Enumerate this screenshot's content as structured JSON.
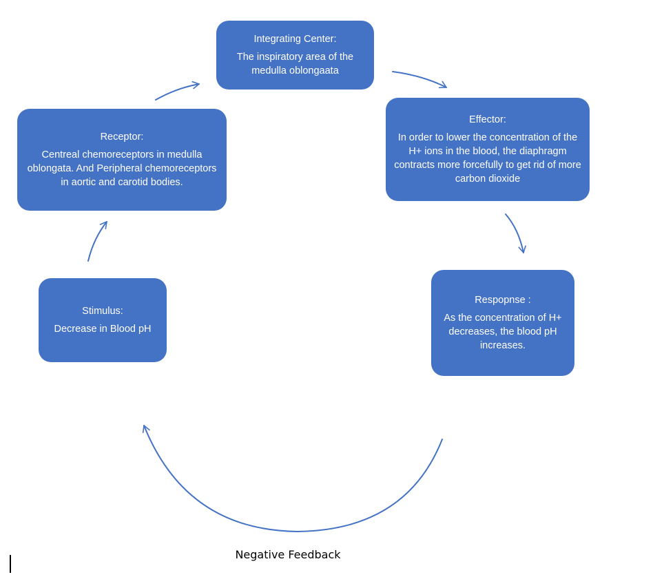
{
  "nodes": {
    "integrating_center": {
      "heading": "Integrating  Center:",
      "body": "The inspiratory  area  of  the medulla  oblongaata"
    },
    "effector": {
      "heading": "Effector:",
      "body": "In order to lower the concentration of the H+ ions in the blood, the diaphragm contracts more forcefully to get rid of more carbon dioxide"
    },
    "response": {
      "heading": "Respopnse :",
      "body": "As the concentration of H+ decreases, the blood pH increases."
    },
    "stimulus": {
      "heading": "Stimulus:",
      "body": "Decrease in Blood pH"
    },
    "receptor": {
      "heading": "Receptor:",
      "body": "Centreal chemoreceptors in medulla oblongata. And Peripheral chemoreceptors in aortic and carotid bodies."
    }
  },
  "caption": "Negative Feedback",
  "colors": {
    "node_fill": "#4472c4",
    "node_text": "#ffffff",
    "arrow": "#4472c4"
  }
}
